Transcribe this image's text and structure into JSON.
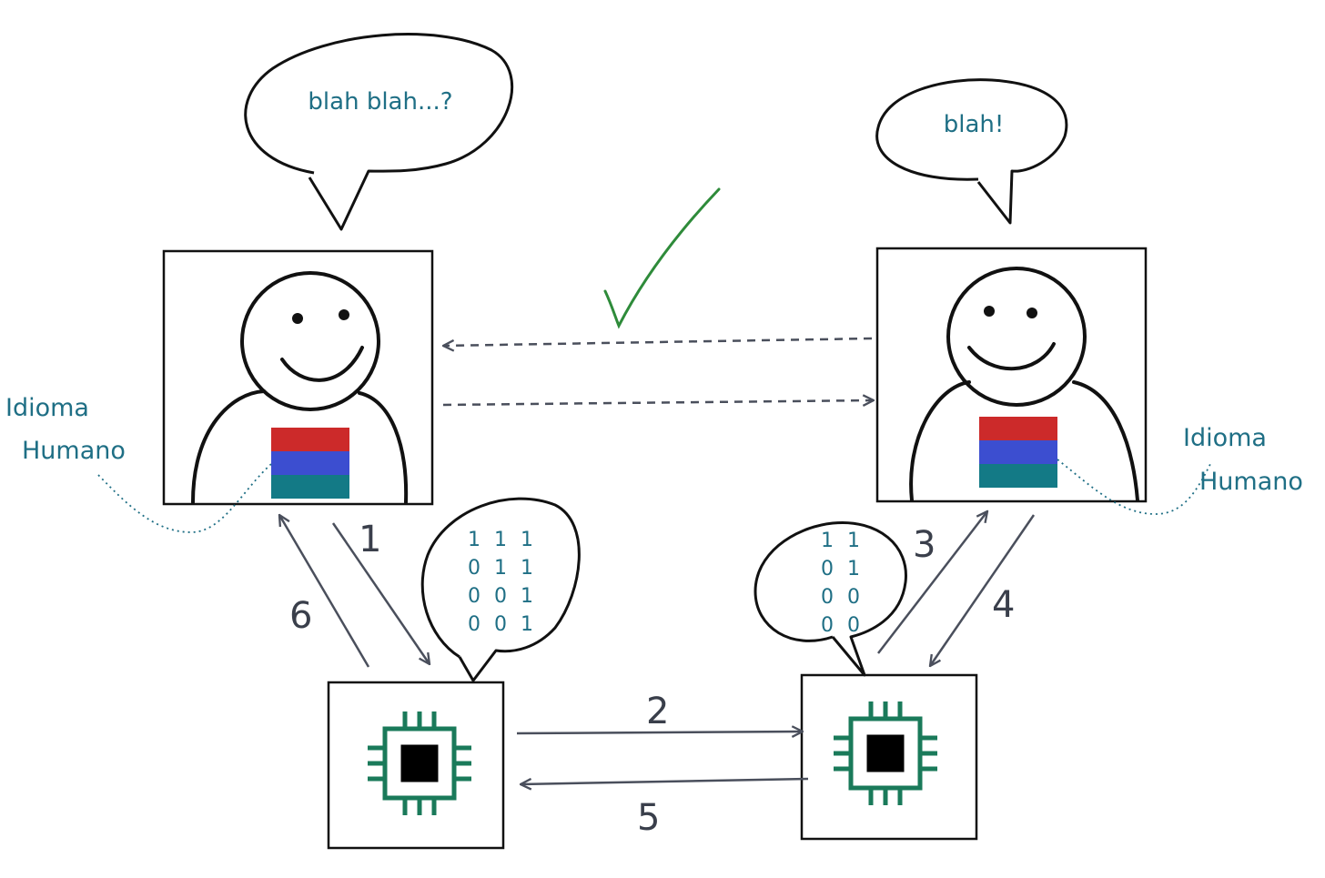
{
  "speech_left": "blah blah...?",
  "speech_right": "blah!",
  "label_left": {
    "line1": "Idioma",
    "line2": "Humano"
  },
  "label_right": {
    "line1": "Idioma",
    "line2": "Humano"
  },
  "bits_left": [
    "1 1 1",
    "0 1 1",
    "0 0 1",
    "0 0 1"
  ],
  "bits_right": [
    "1 1",
    "0 1",
    "0 0",
    "0 0"
  ],
  "steps": {
    "s1": "1",
    "s2": "2",
    "s3": "3",
    "s4": "4",
    "s5": "5",
    "s6": "6"
  },
  "colors": {
    "ink": "#111111",
    "arrow": "#4a4f5c",
    "teal_text": "#1f6f85",
    "check": "#2e8b3a",
    "chip": "#1a7a5a",
    "flag_red": "#cc2a2a",
    "flag_blue": "#3c4ed0",
    "flag_teal": "#137a86"
  }
}
